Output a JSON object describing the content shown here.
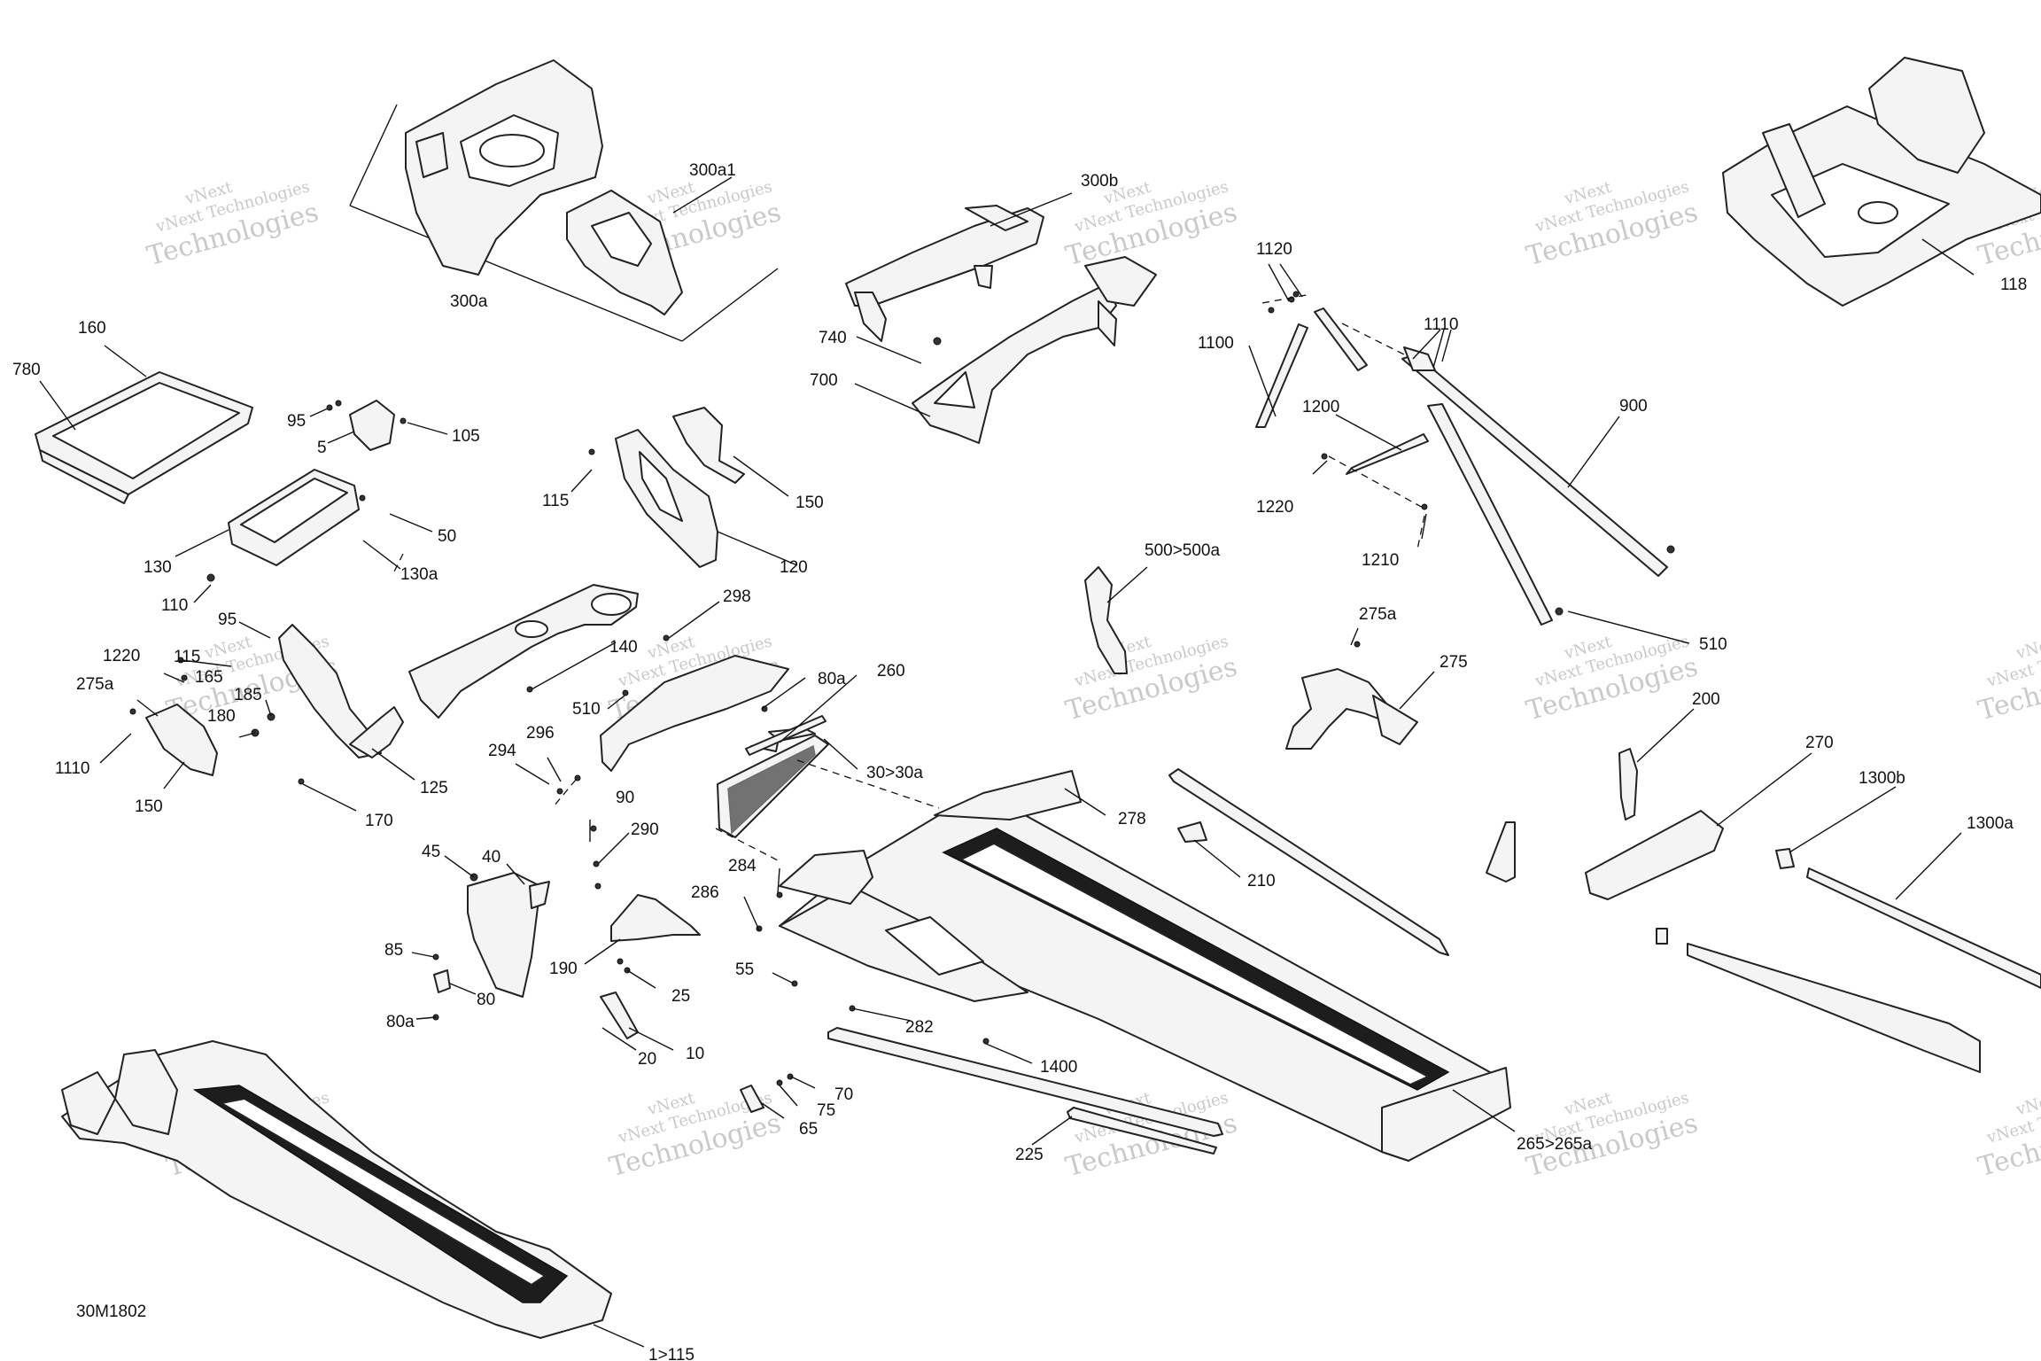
{
  "diagram": {
    "reference": "30M1802",
    "watermark": {
      "line1": "vNext",
      "line2": "vNext Technologies",
      "line3": "Technologies"
    },
    "callouts": [
      {
        "id": "300a1",
        "text": "300a1"
      },
      {
        "id": "300a",
        "text": "300a"
      },
      {
        "id": "300b",
        "text": "300b"
      },
      {
        "id": "740",
        "text": "740"
      },
      {
        "id": "700",
        "text": "700"
      },
      {
        "id": "1120",
        "text": "1120"
      },
      {
        "id": "1100",
        "text": "1100"
      },
      {
        "id": "1110a",
        "text": "1110"
      },
      {
        "id": "900",
        "text": "900"
      },
      {
        "id": "1200",
        "text": "1200"
      },
      {
        "id": "1220a",
        "text": "1220"
      },
      {
        "id": "1210",
        "text": "1210"
      },
      {
        "id": "118",
        "text": "118"
      },
      {
        "id": "160",
        "text": "160"
      },
      {
        "id": "780",
        "text": "780"
      },
      {
        "id": "95a",
        "text": "95"
      },
      {
        "id": "5",
        "text": "5"
      },
      {
        "id": "105",
        "text": "105"
      },
      {
        "id": "115a",
        "text": "115"
      },
      {
        "id": "150a",
        "text": "150"
      },
      {
        "id": "50",
        "text": "50"
      },
      {
        "id": "130",
        "text": "130"
      },
      {
        "id": "130a",
        "text": "130a"
      },
      {
        "id": "120",
        "text": "120"
      },
      {
        "id": "110",
        "text": "110"
      },
      {
        "id": "500",
        "text": "500>500a"
      },
      {
        "id": "510a",
        "text": "510"
      },
      {
        "id": "275a1",
        "text": "275a"
      },
      {
        "id": "275",
        "text": "275"
      },
      {
        "id": "95b",
        "text": "95"
      },
      {
        "id": "1220b",
        "text": "1220"
      },
      {
        "id": "115b",
        "text": "115"
      },
      {
        "id": "165",
        "text": "165"
      },
      {
        "id": "275a2",
        "text": "275a"
      },
      {
        "id": "185",
        "text": "185"
      },
      {
        "id": "180",
        "text": "180"
      },
      {
        "id": "1110b",
        "text": "1110"
      },
      {
        "id": "150b",
        "text": "150"
      },
      {
        "id": "125",
        "text": "125"
      },
      {
        "id": "170",
        "text": "170"
      },
      {
        "id": "298",
        "text": "298"
      },
      {
        "id": "140",
        "text": "140"
      },
      {
        "id": "510b",
        "text": "510"
      },
      {
        "id": "80a",
        "text": "80a"
      },
      {
        "id": "260",
        "text": "260"
      },
      {
        "id": "296",
        "text": "296"
      },
      {
        "id": "294",
        "text": "294"
      },
      {
        "id": "30",
        "text": "30>30a"
      },
      {
        "id": "200",
        "text": "200"
      },
      {
        "id": "270",
        "text": "270"
      },
      {
        "id": "1300b",
        "text": "1300b"
      },
      {
        "id": "1300a",
        "text": "1300a"
      },
      {
        "id": "278",
        "text": "278"
      },
      {
        "id": "210",
        "text": "210"
      },
      {
        "id": "90",
        "text": "90"
      },
      {
        "id": "290",
        "text": "290"
      },
      {
        "id": "45",
        "text": "45"
      },
      {
        "id": "40",
        "text": "40"
      },
      {
        "id": "284",
        "text": "284"
      },
      {
        "id": "286",
        "text": "286"
      },
      {
        "id": "85",
        "text": "85"
      },
      {
        "id": "190",
        "text": "190"
      },
      {
        "id": "55",
        "text": "55"
      },
      {
        "id": "80",
        "text": "80"
      },
      {
        "id": "25",
        "text": "25"
      },
      {
        "id": "80a2",
        "text": "80a"
      },
      {
        "id": "282",
        "text": "282"
      },
      {
        "id": "20",
        "text": "20"
      },
      {
        "id": "10",
        "text": "10"
      },
      {
        "id": "1400",
        "text": "1400"
      },
      {
        "id": "70",
        "text": "70"
      },
      {
        "id": "75",
        "text": "75"
      },
      {
        "id": "65",
        "text": "65"
      },
      {
        "id": "225",
        "text": "225"
      },
      {
        "id": "265",
        "text": "265>265a"
      },
      {
        "id": "1115",
        "text": "1>115"
      }
    ]
  }
}
